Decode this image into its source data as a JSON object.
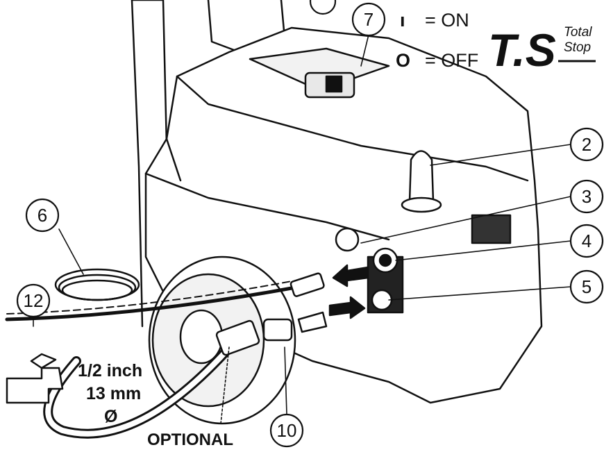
{
  "callouts": [
    {
      "id": "2",
      "label": "2"
    },
    {
      "id": "3",
      "label": "3"
    },
    {
      "id": "4",
      "label": "4"
    },
    {
      "id": "5",
      "label": "5"
    },
    {
      "id": "6",
      "label": "6"
    },
    {
      "id": "7",
      "label": "7"
    },
    {
      "id": "10",
      "label": "10"
    },
    {
      "id": "12",
      "label": "12"
    }
  ],
  "legend": {
    "on_text": "= ON",
    "off_text": "= OFF",
    "on_symbol": "ı",
    "off_symbol": "O"
  },
  "logo": {
    "mark": "T.S",
    "line1": "Total",
    "line2": "Stop"
  },
  "tap_label": {
    "line1": "1/2 inch",
    "line2": "13 mm",
    "line3": "Ø"
  },
  "optional_label": "OPTIONAL",
  "colors": {
    "ink": "#111111",
    "paper": "#ffffff",
    "shade": "#e8e8e8"
  }
}
